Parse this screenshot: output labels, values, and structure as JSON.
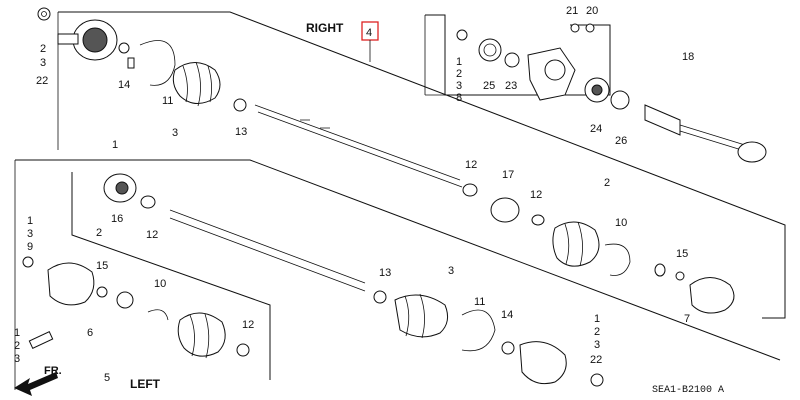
{
  "labels": {
    "right": "RIGHT",
    "left": "LEFT",
    "front": "FR.",
    "code": "SEA1-B2100 A"
  },
  "callouts": {
    "c1": "1",
    "c2": "2",
    "c3": "3",
    "c4": "4",
    "c5": "5",
    "c6": "6",
    "c7": "7",
    "c8": "8",
    "c9": "9",
    "c10": "10",
    "c11": "11",
    "c12": "12",
    "c13": "13",
    "c14": "14",
    "c15": "15",
    "c16": "16",
    "c17": "17",
    "c18": "18",
    "c20": "20",
    "c21": "21",
    "c22": "22",
    "c23": "23",
    "c24": "24",
    "c25": "25",
    "c26": "26"
  },
  "colors": {
    "highlight": "#dd2222",
    "line": "#111111"
  }
}
